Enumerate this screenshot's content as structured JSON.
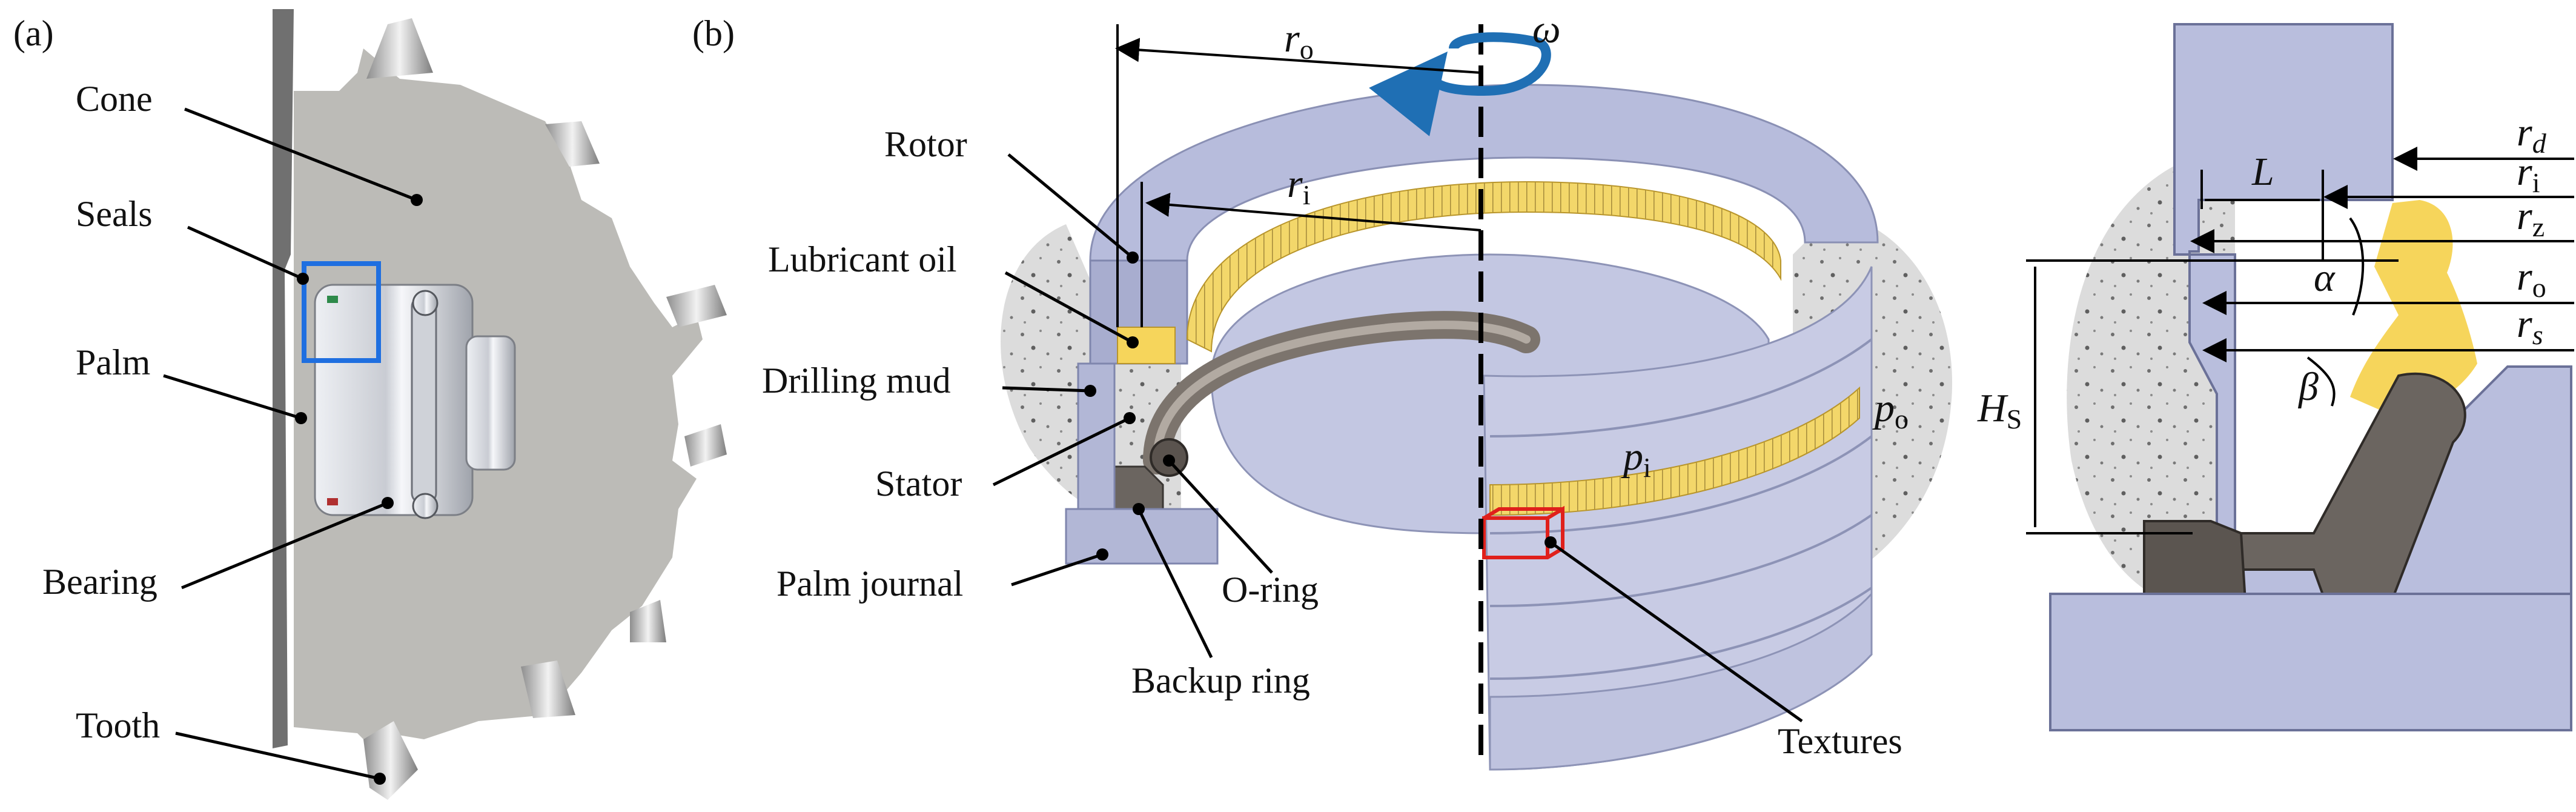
{
  "panels": {
    "a": "(a)",
    "b": "(b)"
  },
  "panel_a": {
    "cone": "Cone",
    "seals": "Seals",
    "palm": "Palm",
    "bearing": "Bearing",
    "tooth": "Tooth"
  },
  "panel_b": {
    "rotor": "Rotor",
    "lubricant_oil": "Lubricant oil",
    "drilling_mud": "Drilling mud",
    "stator": "Stator",
    "palm_journal": "Palm journal",
    "o_ring": "O-ring",
    "backup_ring": "Backup ring",
    "textures": "Textures",
    "omega": "ω",
    "r_o": {
      "base": "r",
      "sub": "o"
    },
    "r_i": {
      "base": "r",
      "sub": "i"
    },
    "p_i": {
      "base": "p",
      "sub": "i"
    },
    "p_o": {
      "base": "p",
      "sub": "o"
    }
  },
  "panel_c": {
    "L": "L",
    "alpha": "α",
    "beta": "β",
    "H_s": {
      "base": "H",
      "sub": "S"
    },
    "r_d": {
      "base": "r",
      "sub": "d"
    },
    "r_i": {
      "base": "r",
      "sub": "i"
    },
    "r_z": {
      "base": "r",
      "sub": "z"
    },
    "r_o": {
      "base": "r",
      "sub": "o"
    },
    "r_s": {
      "base": "r",
      "sub": "s"
    }
  },
  "colors": {
    "steel": "#b9bedd",
    "oil": "#f6d55b",
    "mud": "#d9d9d9",
    "rubber": "#6b6560",
    "cone": "#bdbcb7",
    "highlight_box_a": "#1f6fe0",
    "highlight_box_b": "#e0201b",
    "rotation_arrow": "#1f6fb4"
  }
}
